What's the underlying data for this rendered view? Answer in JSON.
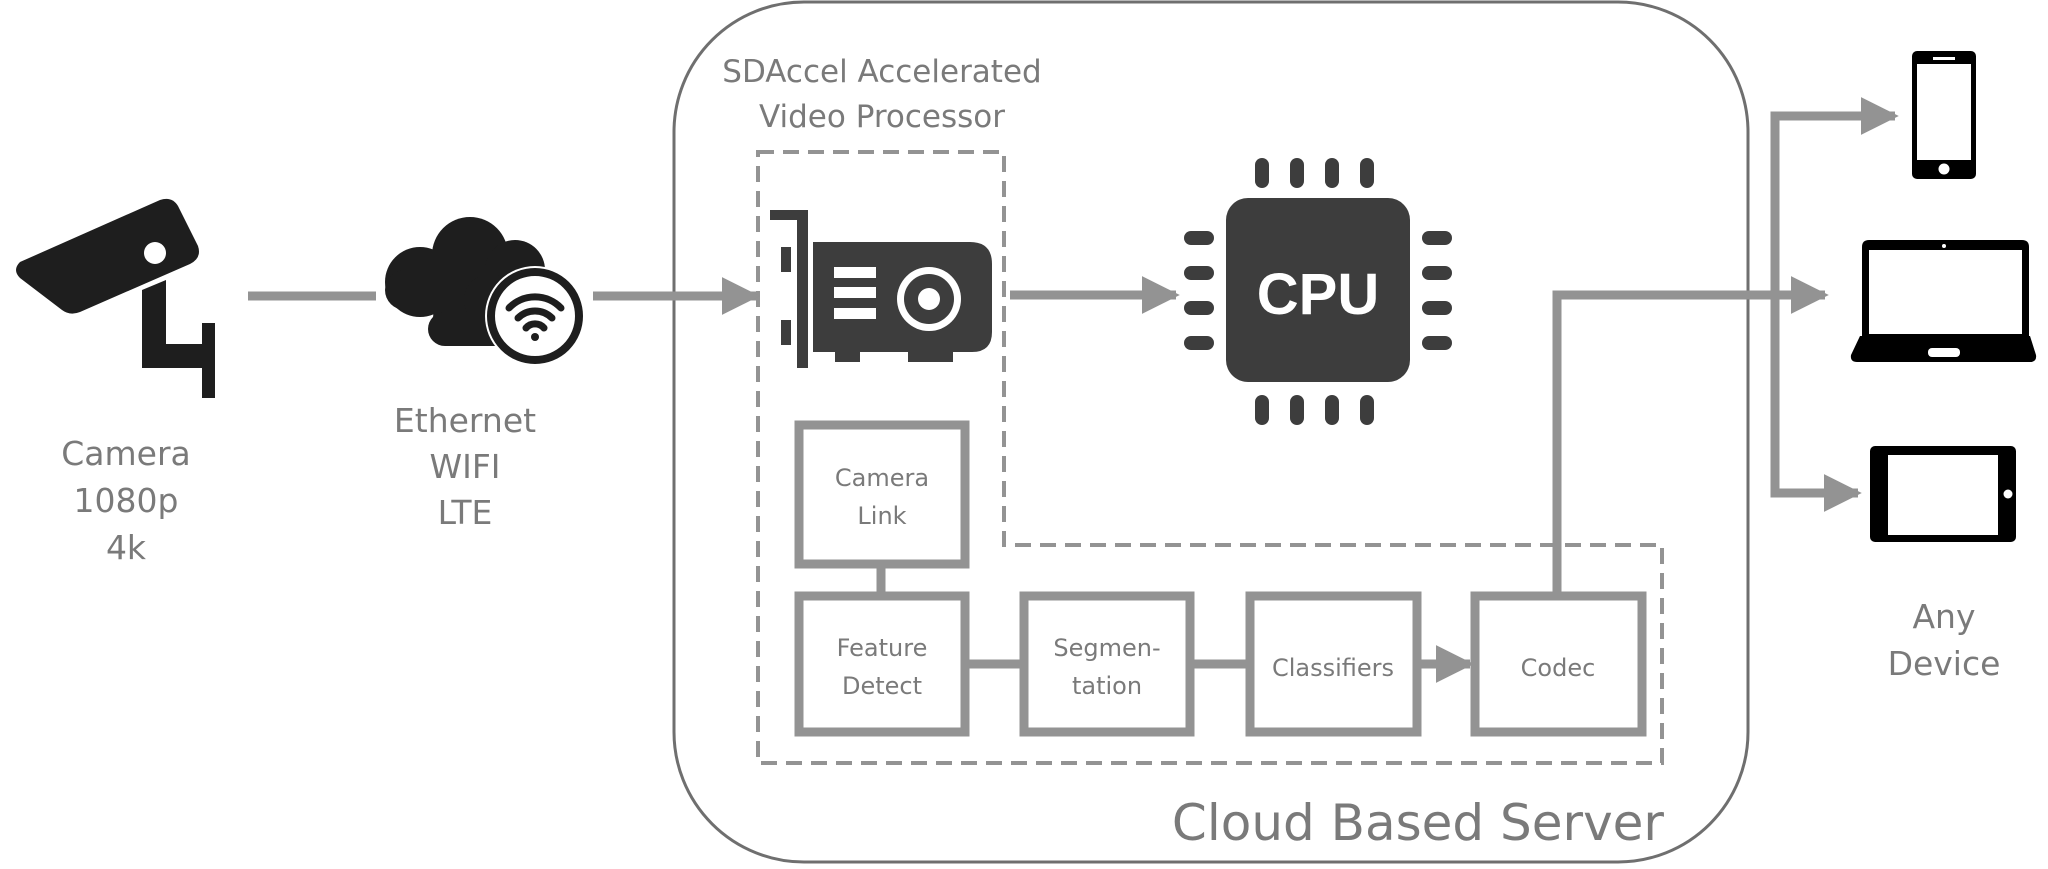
{
  "diagram": {
    "title": "SDAccel Accelerated Video Processor pipeline",
    "colors": {
      "icon": "#1e1e1e",
      "icon_dark": "#3d3d3d",
      "connector": "#939393",
      "label": "#7a7a7a",
      "server_border": "#6f6f6f"
    },
    "camera": {
      "icon": "security-camera-icon",
      "lines": [
        "Camera",
        "1080p",
        "4k"
      ]
    },
    "network": {
      "icon": "cloud-wifi-icon",
      "lines": [
        "Ethernet",
        "WIFI",
        "LTE"
      ]
    },
    "server": {
      "label": "Cloud Based Server"
    },
    "accelerator": {
      "title_lines": [
        "SDAccel Accelerated",
        "Video Processor"
      ],
      "icon": "fpga-card-icon"
    },
    "cpu": {
      "icon": "cpu-chip-icon",
      "label": "CPU"
    },
    "blocks": {
      "camera_link": [
        "Camera",
        "Link"
      ],
      "feature_detect": [
        "Feature",
        "Detect"
      ],
      "segmentation": [
        "Segmen-",
        "tation"
      ],
      "classifiers": [
        "Classifiers"
      ],
      "codec": [
        "Codec"
      ]
    },
    "devices": {
      "icons": [
        "smartphone-icon",
        "laptop-icon",
        "tablet-icon"
      ],
      "lines": [
        "Any",
        "Device"
      ]
    }
  }
}
